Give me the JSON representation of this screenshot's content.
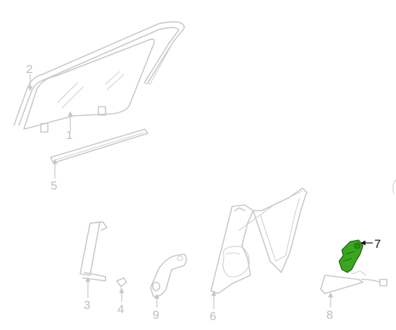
{
  "diagram": {
    "highlight_color": "#3aa51e",
    "callouts": {
      "c1": "1",
      "c2": "2",
      "c3": "3",
      "c4": "4",
      "c5": "5",
      "c6": "6",
      "c7": "7",
      "c8": "8",
      "c9": "9"
    },
    "highlighted_callout": "7"
  }
}
